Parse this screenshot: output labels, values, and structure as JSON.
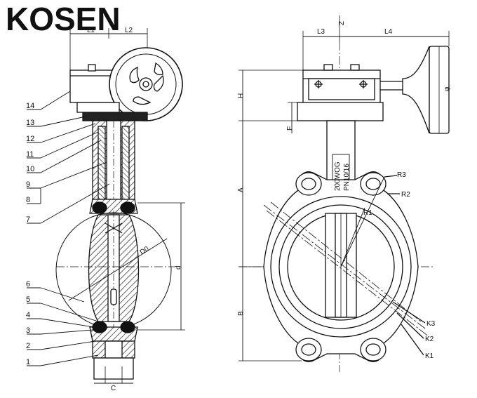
{
  "brand": {
    "logo_text": "KOSEN"
  },
  "part_numbers": [
    "14",
    "13",
    "12",
    "11",
    "10",
    "9",
    "8",
    "7",
    "6",
    "5",
    "4",
    "3",
    "2",
    "1"
  ],
  "dimensions": {
    "l1": "L1",
    "l2": "L2",
    "l3": "L3",
    "l4": "L4",
    "z": "Z",
    "h": "H",
    "f": "F",
    "a": "A",
    "b": "B",
    "d0": "D0",
    "d": "d",
    "phi": "φ",
    "c": "C"
  },
  "radii": {
    "r1": "R1",
    "r2": "R2",
    "r3": "R3"
  },
  "bolt_circles": {
    "k1": "K1",
    "k2": "K2",
    "k3": "K3"
  },
  "body_marking": {
    "line1": "200WOG",
    "line2": "PN10/16"
  }
}
